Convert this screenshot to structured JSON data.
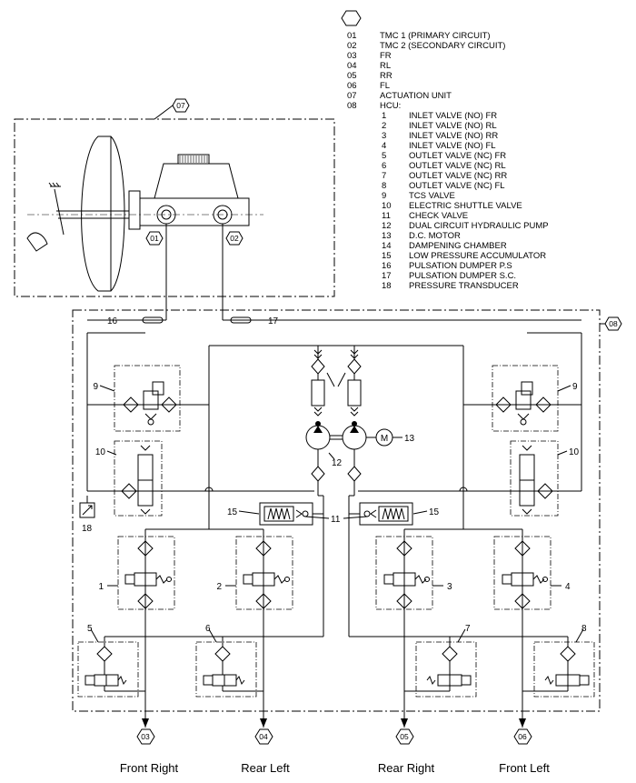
{
  "legend": {
    "main": [
      {
        "num": "01",
        "text": "TMC 1 (PRIMARY CIRCUIT)"
      },
      {
        "num": "02",
        "text": "TMC 2 (SECONDARY CIRCUIT)"
      },
      {
        "num": "03",
        "text": "FR"
      },
      {
        "num": "04",
        "text": "RL"
      },
      {
        "num": "05",
        "text": "RR"
      },
      {
        "num": "06",
        "text": "FL"
      },
      {
        "num": "07",
        "text": "ACTUATION UNIT"
      },
      {
        "num": "08",
        "text": "HCU:"
      }
    ],
    "hcu": [
      {
        "num": "1",
        "text": "INLET VALVE (NO) FR"
      },
      {
        "num": "2",
        "text": "INLET VALVE (NO) RL"
      },
      {
        "num": "3",
        "text": "INLET VALVE (NO) RR"
      },
      {
        "num": "4",
        "text": "INLET VALVE (NO) FL"
      },
      {
        "num": "5",
        "text": "OUTLET VALVE (NC) FR"
      },
      {
        "num": "6",
        "text": "OUTLET VALVE (NC) RL"
      },
      {
        "num": "7",
        "text": "OUTLET VALVE (NC) RR"
      },
      {
        "num": "8",
        "text": "OUTLET VALVE (NC) FL"
      },
      {
        "num": "9",
        "text": "TCS VALVE"
      },
      {
        "num": "10",
        "text": "ELECTRIC SHUTTLE VALVE"
      },
      {
        "num": "11",
        "text": "CHECK VALVE"
      },
      {
        "num": "12",
        "text": "DUAL CIRCUIT HYDRAULIC PUMP"
      },
      {
        "num": "13",
        "text": "D.C. MOTOR"
      },
      {
        "num": "14",
        "text": "DAMPENING CHAMBER"
      },
      {
        "num": "15",
        "text": "LOW PRESSURE ACCUMULATOR"
      },
      {
        "num": "16",
        "text": "PULSATION DUMPER P.S"
      },
      {
        "num": "17",
        "text": "PULSATION DUMPER S.C."
      },
      {
        "num": "18",
        "text": "PRESSURE TRANSDUCER"
      }
    ]
  },
  "tags": {
    "t01": "01",
    "t02": "02",
    "t03": "03",
    "t04": "04",
    "t05": "05",
    "t06": "06",
    "t07": "07",
    "t08": "08"
  },
  "labels": {
    "l1": "1",
    "l2": "2",
    "l3": "3",
    "l4": "4",
    "l5": "5",
    "l6": "6",
    "l7": "7",
    "l8": "8",
    "l9a": "9",
    "l9b": "9",
    "l10a": "10",
    "l10b": "10",
    "l11": "11",
    "l12": "12",
    "l13": "13",
    "l15a": "15",
    "l15b": "15",
    "l16": "16",
    "l17": "17",
    "l18": "18",
    "motor": "M"
  },
  "outputs": {
    "front_right": "Front Right",
    "rear_left": "Rear Left",
    "rear_right": "Rear Right",
    "front_left": "Front Left"
  }
}
